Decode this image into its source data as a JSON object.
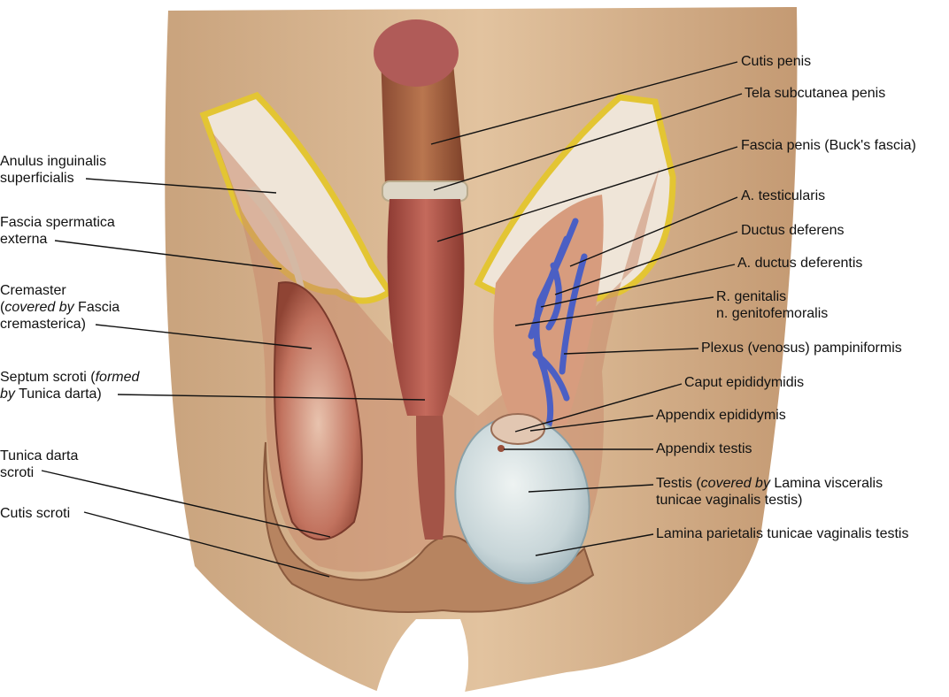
{
  "figure": {
    "colors": {
      "background": "#ffffff",
      "skin": "#d8b48e",
      "skin_shadow": "#a9774f",
      "muscle": "#b5574d",
      "fat": "#e8c93a",
      "vein": "#4b5fc4",
      "testis": "#cfd9dc",
      "leader_line": "#111111"
    },
    "labels": {
      "anulus_1": "Anulus inguinalis",
      "anulus_2": "superficialis",
      "fse_1": "Fascia spermatica",
      "fse_2": "externa",
      "crem_1": "Cremaster",
      "crem_2a": "covered by",
      "crem_2b": " Fascia",
      "crem_3": "cremasterica)",
      "septum_1a": "Septum scroti (",
      "septum_1b": "formed",
      "septum_2a": "by",
      "septum_2b": " Tunica darta)",
      "tunica_1": "Tunica darta",
      "tunica_2": "scroti",
      "cutis_scroti": "Cutis scroti",
      "cutis_penis": "Cutis penis",
      "tela": "Tela subcutanea penis",
      "fascia_penis": "Fascia penis  (Buck's fascia)",
      "a_testicularis": "A. testicularis",
      "ductus": "Ductus deferens",
      "a_ductus": "A. ductus deferentis",
      "r_genitalis_1": "R. genitalis",
      "r_genitalis_2": "n. genitofemoralis",
      "plexus": "Plexus (venosus) pampiniformis",
      "caput": "Caput epididymidis",
      "app_epid": "Appendix epididymis",
      "app_testis": "Appendix testis",
      "testis_1a": "Testis (",
      "testis_1b": "covered by",
      "testis_1c": " Lamina visceralis",
      "testis_2": "tunicae vaginalis testis)",
      "lamina_parietalis": "Lamina parietalis tunicae vaginalis testis"
    }
  }
}
